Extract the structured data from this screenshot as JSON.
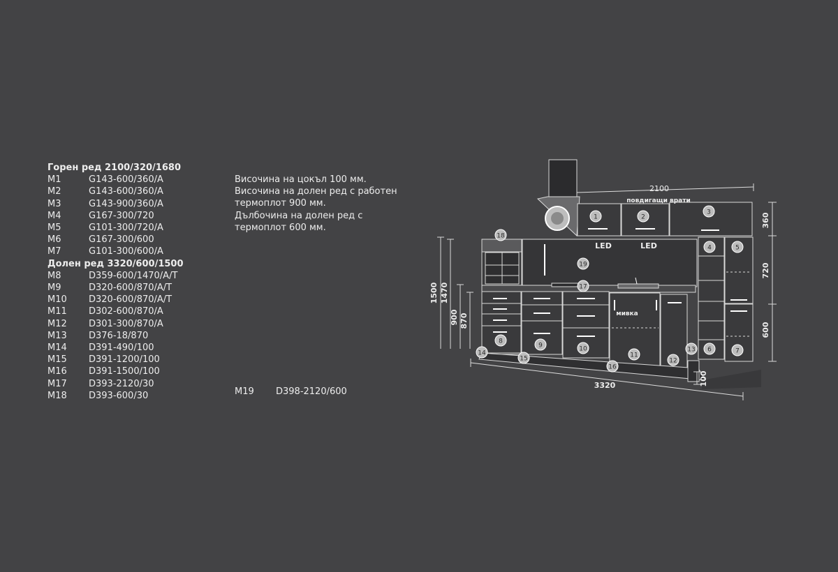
{
  "upper_heading": "Горен ред 2100/320/1680",
  "upper_items": [
    {
      "code": "M1",
      "model": "G143-600/360/A"
    },
    {
      "code": "M2",
      "model": "G143-600/360/A"
    },
    {
      "code": "M3",
      "model": "G143-900/360/A"
    },
    {
      "code": "M4",
      "model": "G167-300/720"
    },
    {
      "code": "M5",
      "model": "G101-300/720/A"
    },
    {
      "code": "M6",
      "model": "G167-300/600"
    },
    {
      "code": "M7",
      "model": "G101-300/600/A"
    }
  ],
  "lower_heading": "Долен ред 3320/600/1500",
  "lower_items": [
    {
      "code": "M8",
      "model": "D359-600/1470/A/T"
    },
    {
      "code": "M9",
      "model": "D320-600/870/A/T"
    },
    {
      "code": "M10",
      "model": "D320-600/870/A/T"
    },
    {
      "code": "M11",
      "model": "D302-600/870/A"
    },
    {
      "code": "M12",
      "model": "D301-300/870/A"
    },
    {
      "code": "M13",
      "model": "D376-18/870"
    },
    {
      "code": "M14",
      "model": "D391-490/100"
    },
    {
      "code": "M15",
      "model": "D391-1200/100"
    },
    {
      "code": "M16",
      "model": "D391-1500/100"
    },
    {
      "code": "M17",
      "model": "D393-2120/30"
    },
    {
      "code": "M18",
      "model": "D393-600/30"
    }
  ],
  "notes": [
    "Височина на цокъл 100 мм.",
    "Височина на долен ред с работен",
    "термоплот 900 мм.",
    "Дълбочина на долен ред с",
    "термоплот 600 мм."
  ],
  "m19": {
    "code": "M19",
    "model": "D398-2120/600"
  },
  "drawing": {
    "dim_top": "2100",
    "lift_doors": "повдигащи врати",
    "dim_right": [
      "360",
      "720",
      "600"
    ],
    "dim_left": [
      "1500",
      "1470",
      "900",
      "870"
    ],
    "dim_bottom": "3320",
    "dim_plinth": "100",
    "led_labels": [
      "LED",
      "LED"
    ],
    "sink_label": "мивка",
    "numbers": [
      "1",
      "2",
      "3",
      "4",
      "5",
      "6",
      "7",
      "8",
      "9",
      "10",
      "11",
      "12",
      "13",
      "14",
      "15",
      "16",
      "17",
      "18",
      "19"
    ]
  }
}
